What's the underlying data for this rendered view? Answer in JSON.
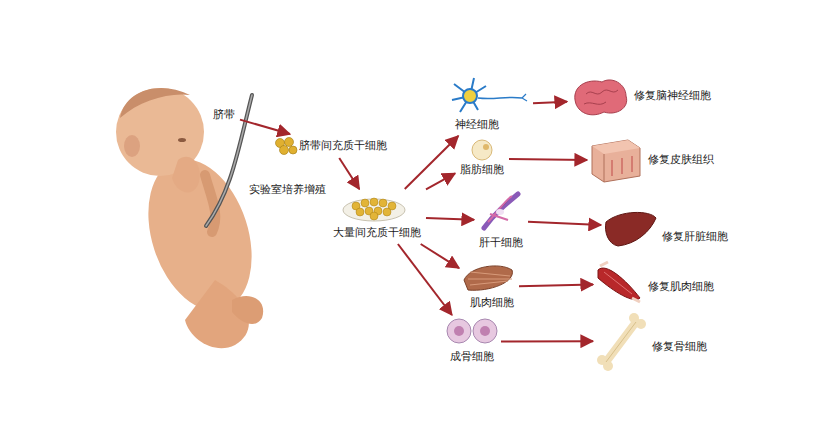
{
  "diagram": {
    "nodes": [
      {
        "text": [
          "脐带"
        ]
      },
      {
        "text": [
          "脐带间充质干细胞"
        ]
      },
      {
        "text": [
          "大量间充质干细胞"
        ]
      },
      {
        "text": [
          "神经细胞"
        ]
      },
      {
        "text": [
          "脂肪细胞"
        ]
      },
      {
        "text": [
          "肝干细胞"
        ]
      },
      {
        "text": [
          "肌肉细胞"
        ]
      },
      {
        "text": [
          "成骨细胞"
        ]
      },
      {
        "text": [
          "修复脑神经细胞"
        ]
      },
      {
        "text": [
          "修复皮肤组织"
        ]
      },
      {
        "text": [
          "修复肝脏细胞"
        ]
      },
      {
        "text": [
          "修复肌肉细胞"
        ]
      },
      {
        "text": [
          "修复骨细胞"
        ]
      }
    ],
    "edges": [
      {
        "from": 0,
        "to": 1,
        "arrow": "to"
      },
      {
        "from": 1,
        "to": 2,
        "label": "实验室培养增殖",
        "arrow": "to"
      },
      {
        "from": 2,
        "to": 3,
        "arrow": "to"
      },
      {
        "from": 2,
        "to": 4,
        "arrow": "to"
      },
      {
        "from": 2,
        "to": 5,
        "arrow": "to"
      },
      {
        "from": 2,
        "to": 6,
        "arrow": "to"
      },
      {
        "from": 2,
        "to": 7,
        "arrow": "to"
      },
      {
        "from": 3,
        "to": 8,
        "arrow": "to"
      },
      {
        "from": 4,
        "to": 9,
        "arrow": "to"
      },
      {
        "from": 5,
        "to": 10,
        "arrow": "to"
      },
      {
        "from": 6,
        "to": 11,
        "arrow": "to"
      },
      {
        "from": 7,
        "to": 12,
        "arrow": "to"
      }
    ]
  }
}
